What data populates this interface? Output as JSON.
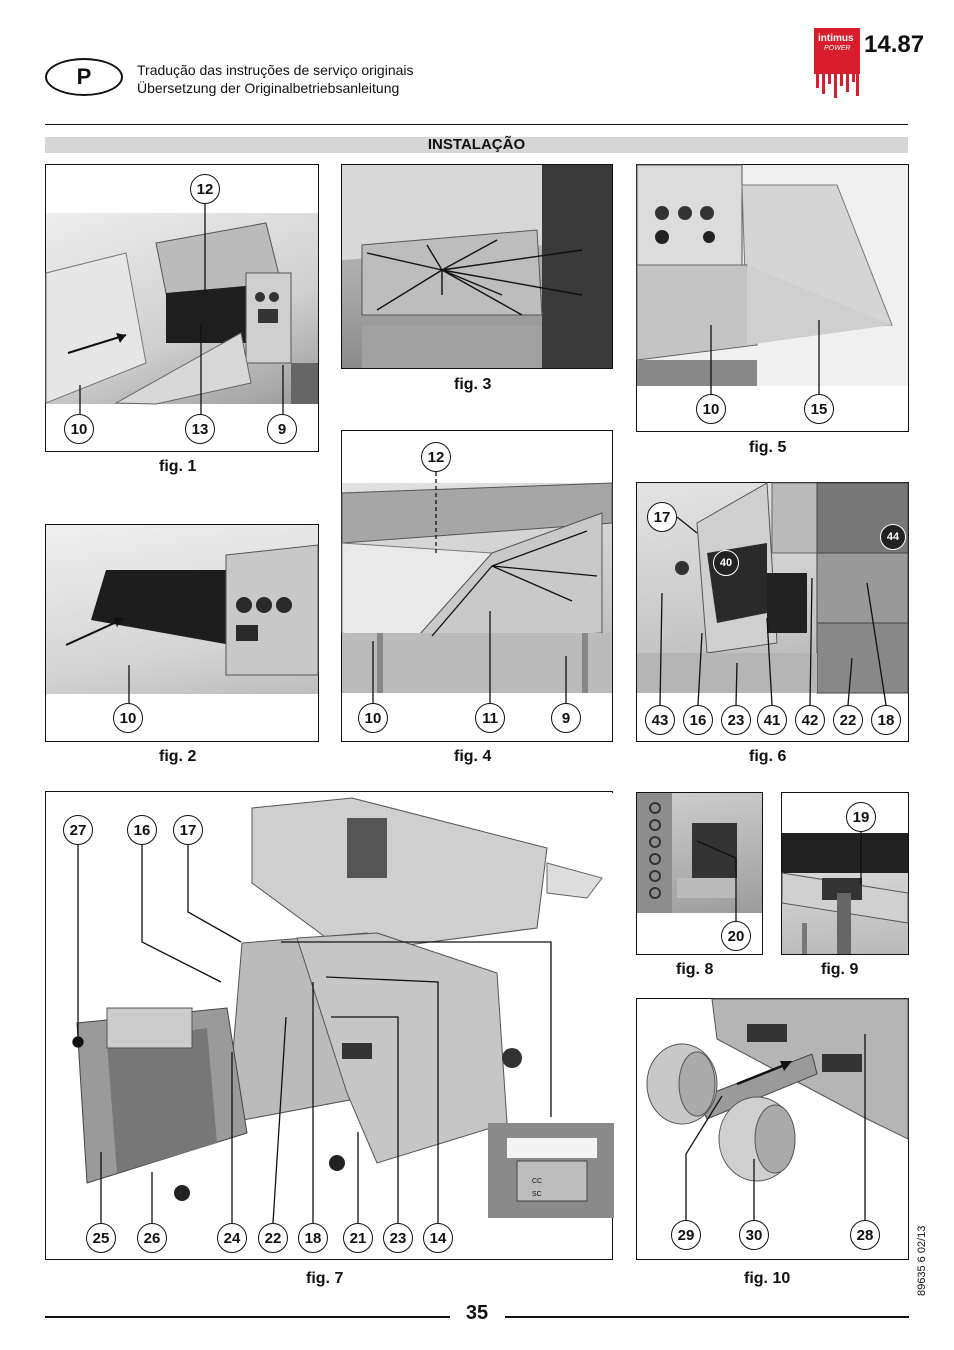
{
  "header": {
    "language_badge": "P",
    "line1": "Tradução das instruções de serviço originais",
    "line2": "Übersetzung der Originalbetriebsanleitung",
    "brand": "intimus",
    "brand_sub": "POWER",
    "model": "14.87",
    "brand_color": "#d81e2c"
  },
  "section_title": "INSTALAÇÃO",
  "figures": {
    "fig1": {
      "caption": "fig. 1",
      "callouts": [
        "12",
        "10",
        "13",
        "9"
      ]
    },
    "fig2": {
      "caption": "fig. 2",
      "callouts": [
        "10"
      ]
    },
    "fig3": {
      "caption": "fig. 3",
      "callouts": []
    },
    "fig4": {
      "caption": "fig. 4",
      "callouts": [
        "12",
        "10",
        "11",
        "9"
      ]
    },
    "fig5": {
      "caption": "fig. 5",
      "callouts": [
        "10",
        "15"
      ]
    },
    "fig6": {
      "caption": "fig. 6",
      "callouts": [
        "17",
        "40",
        "44",
        "43",
        "16",
        "23",
        "41",
        "42",
        "22",
        "18"
      ]
    },
    "fig7": {
      "caption": "fig. 7",
      "callouts": [
        "27",
        "16",
        "17",
        "25",
        "26",
        "24",
        "22",
        "18",
        "21",
        "23",
        "14"
      ],
      "panel_labels": [
        "CC",
        "SC"
      ]
    },
    "fig8": {
      "caption": "fig. 8",
      "callouts": [
        "20"
      ]
    },
    "fig9": {
      "caption": "fig. 9",
      "callouts": [
        "19"
      ]
    },
    "fig10": {
      "caption": "fig. 10",
      "callouts": [
        "29",
        "30",
        "28"
      ]
    }
  },
  "footer": {
    "page_number": "35",
    "doc_code": "89635 6 02/13"
  }
}
